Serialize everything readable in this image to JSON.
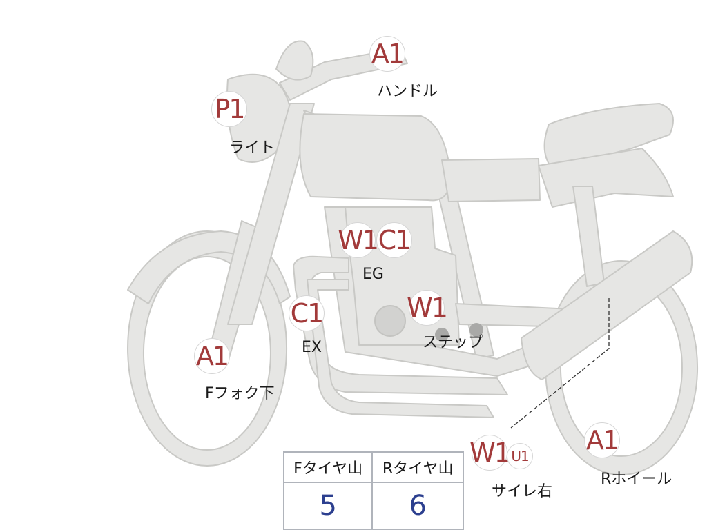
{
  "markers": [
    {
      "id": "handle",
      "code": "A1",
      "label": "ハンドル"
    },
    {
      "id": "light",
      "code": "P1",
      "label": "ライト"
    },
    {
      "id": "engine",
      "codes": [
        "W1",
        "C1"
      ],
      "label": "EG"
    },
    {
      "id": "exhaust",
      "code": "C1",
      "label": "EX"
    },
    {
      "id": "step",
      "code": "W1",
      "label": "ステップ"
    },
    {
      "id": "fork",
      "code": "A1",
      "label": "Fフォク下"
    },
    {
      "id": "silencer",
      "code": "W1",
      "small_code": "U1",
      "label": "サイレ右"
    },
    {
      "id": "rwheel",
      "code": "A1",
      "label": "Rホイール"
    }
  ],
  "tire_table": {
    "headers": [
      "Fタイヤ山",
      "Rタイヤ山"
    ],
    "values": [
      "5",
      "6"
    ]
  },
  "colors": {
    "body_fill": "#e6e6e4",
    "body_stroke": "#c9c9c6",
    "code_text": "#a23a3a",
    "value_text": "#2c3f8f"
  }
}
